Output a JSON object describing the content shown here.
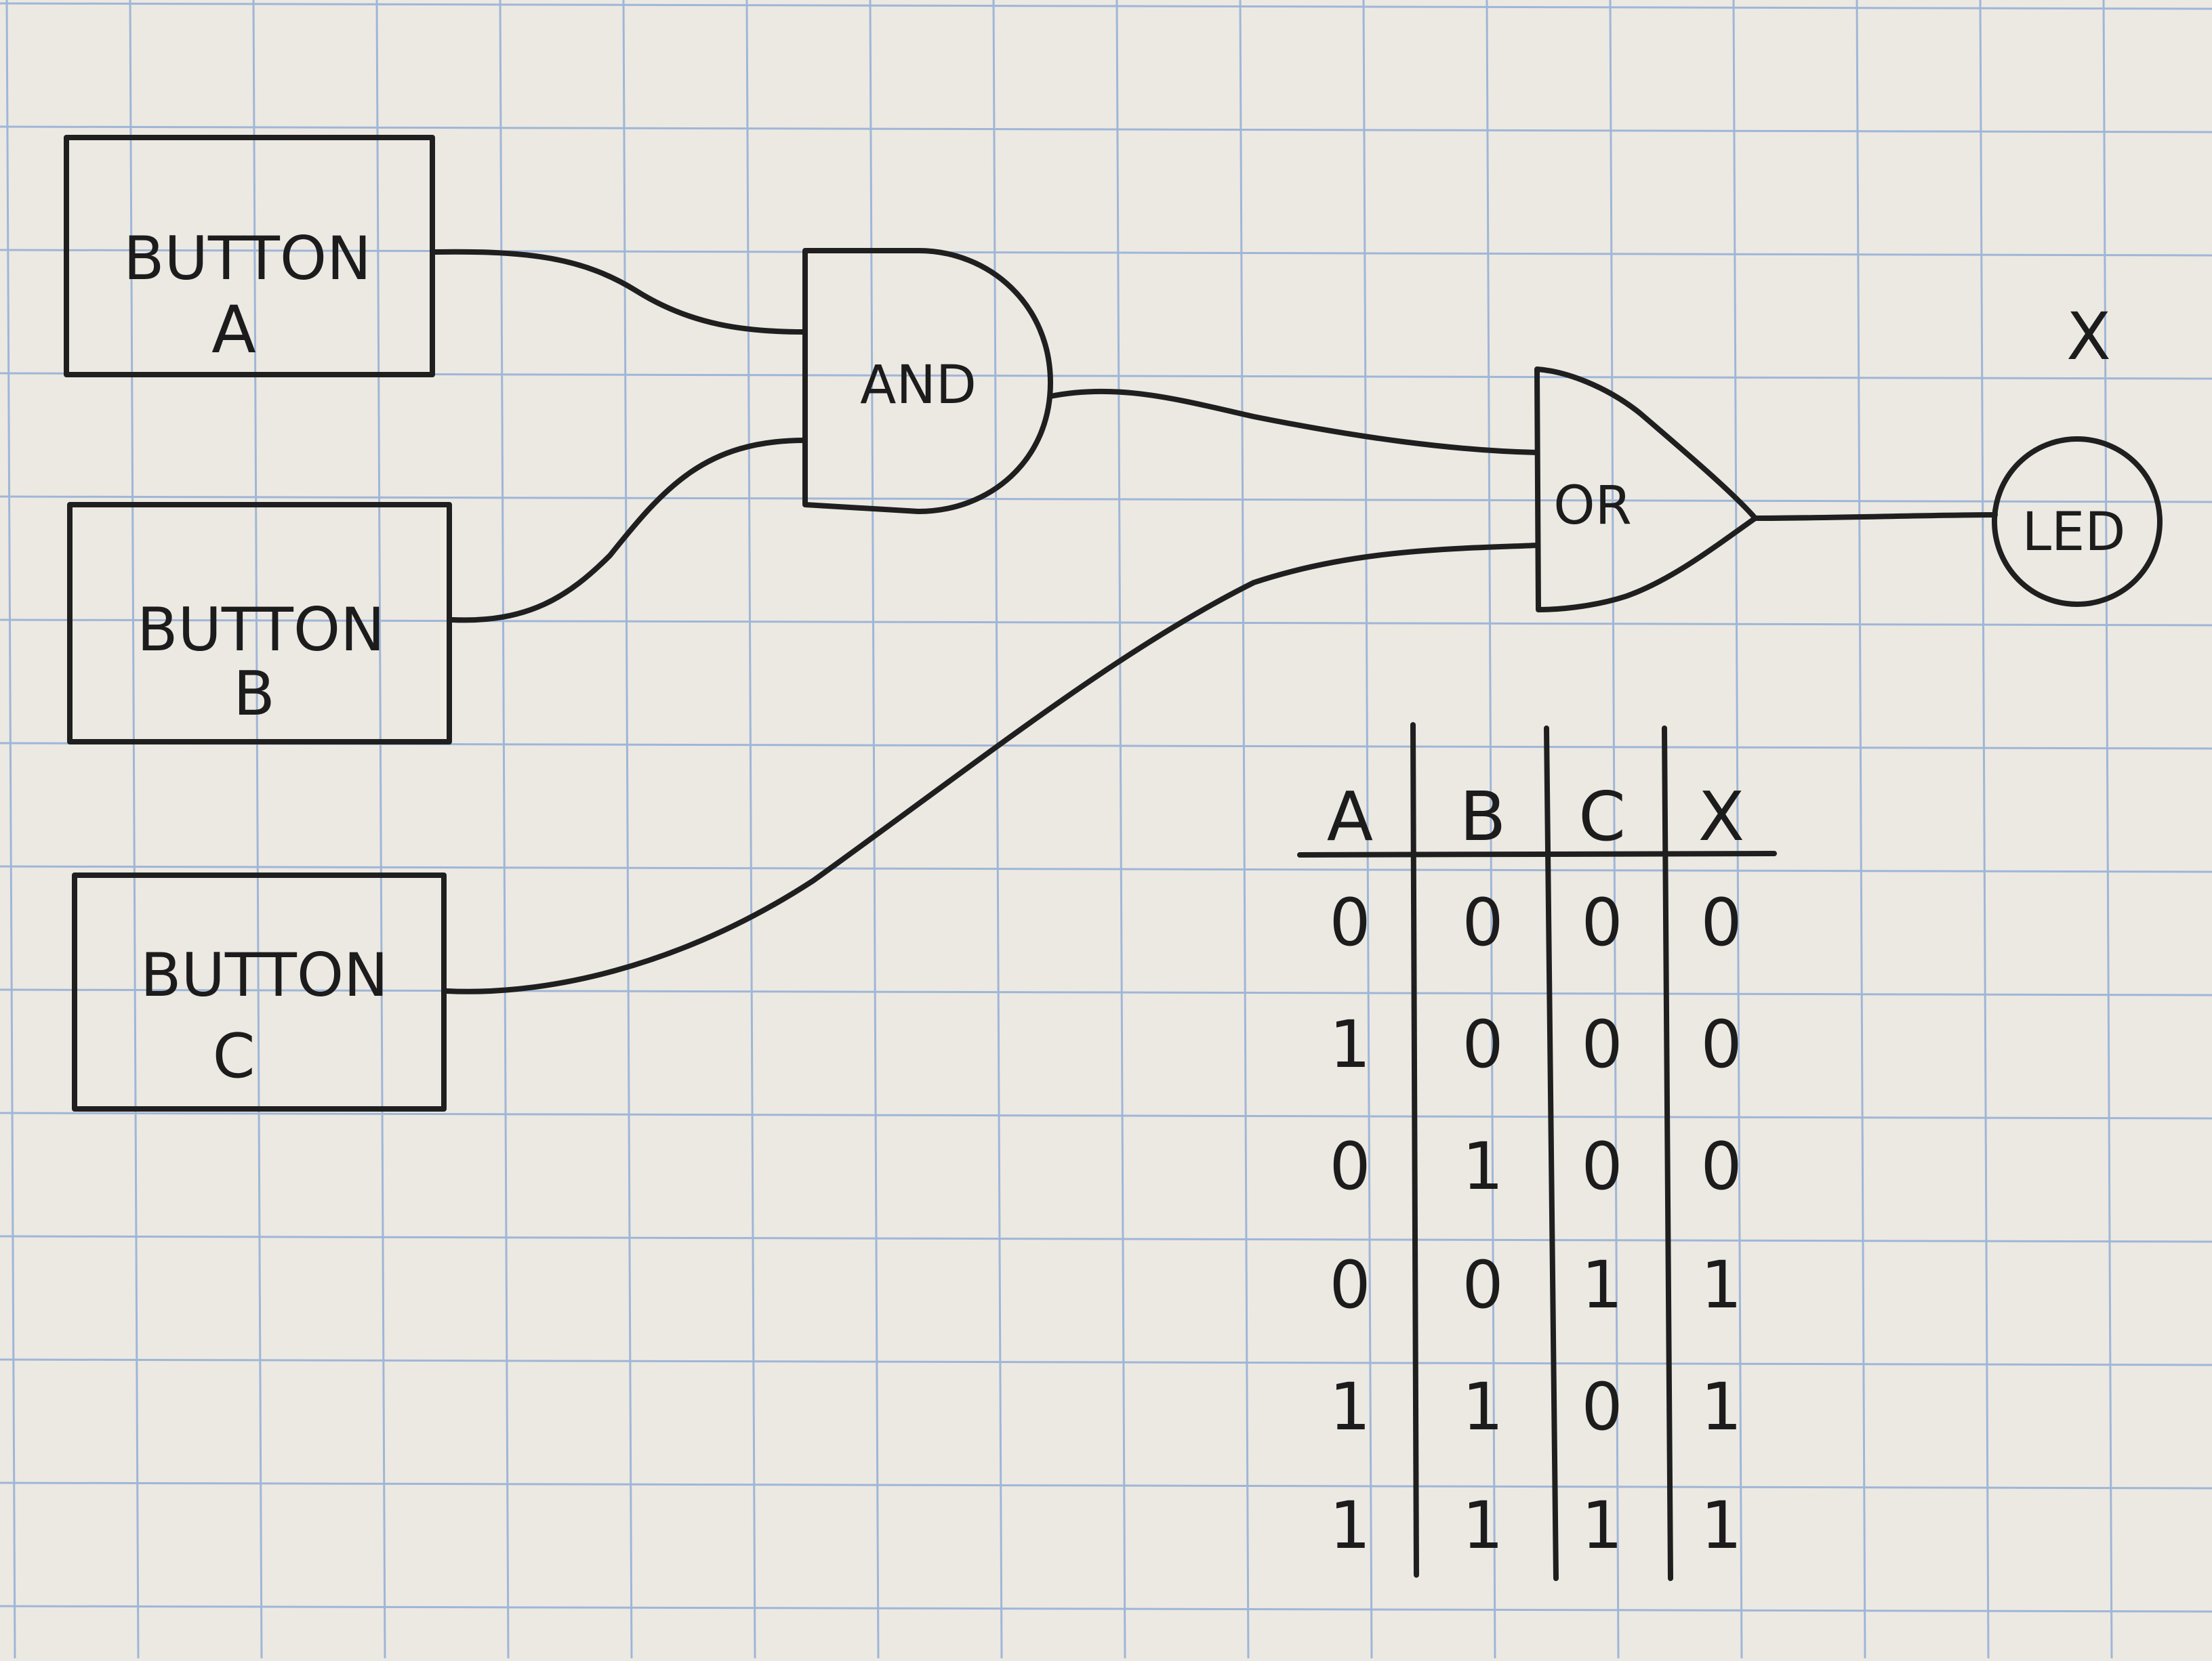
{
  "colors": {
    "paper": "#ece9e3",
    "grid": "#9fb6d6",
    "ink": "#1f1f1f"
  },
  "diagram": {
    "buttons": [
      {
        "line1": "BUTTON",
        "line2": "A"
      },
      {
        "line1": "BUTTON",
        "line2": "B"
      },
      {
        "line1": "BUTTON",
        "line2": "C"
      }
    ],
    "and_gate": "AND",
    "or_gate": "OR",
    "led": "LED",
    "output_label": "X"
  },
  "truth_table": {
    "headers": [
      "A",
      "B",
      "C",
      "X"
    ],
    "rows": [
      [
        "0",
        "0",
        "0",
        "0"
      ],
      [
        "1",
        "0",
        "0",
        "0"
      ],
      [
        "0",
        "1",
        "0",
        "0"
      ],
      [
        "0",
        "0",
        "1",
        "1"
      ],
      [
        "1",
        "1",
        "0",
        "1"
      ],
      [
        "1",
        "1",
        "1",
        "1"
      ]
    ]
  }
}
